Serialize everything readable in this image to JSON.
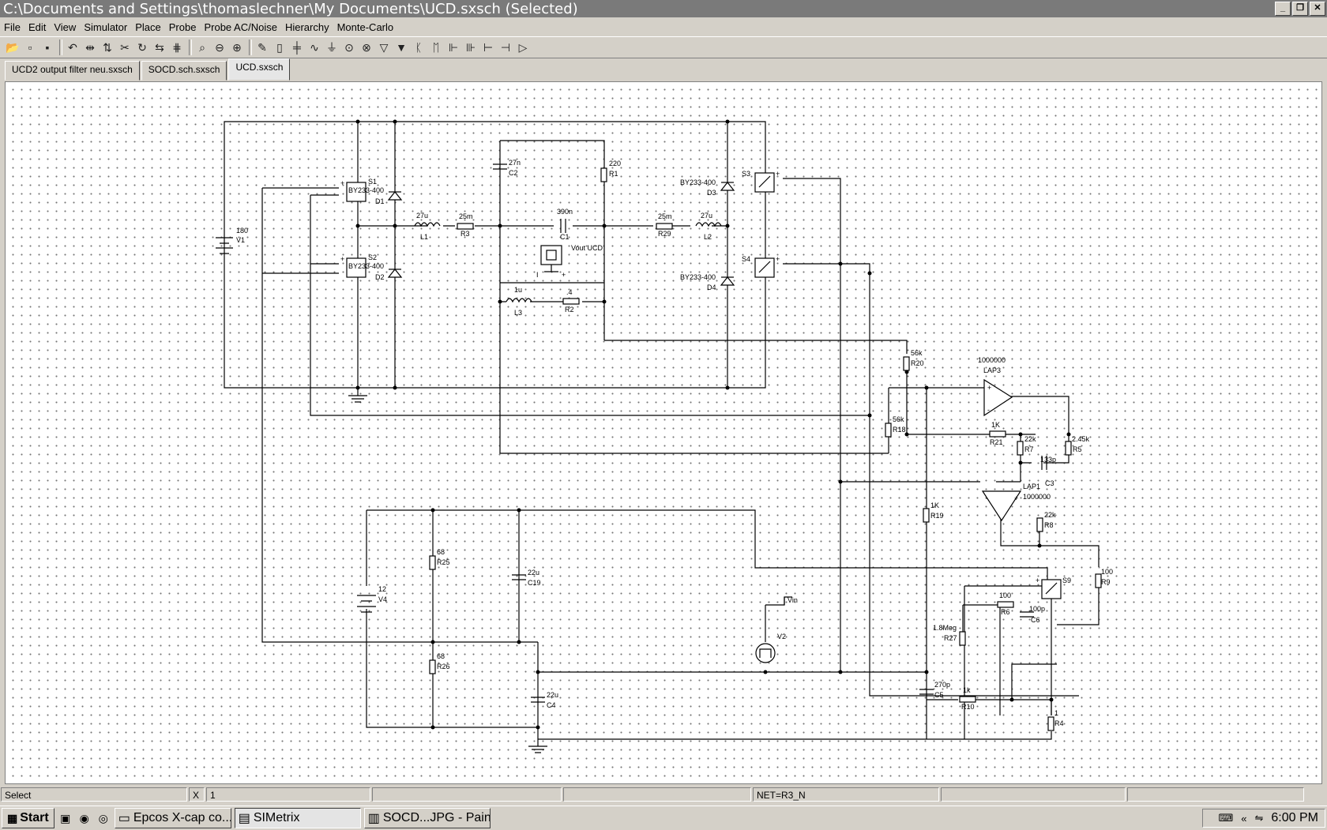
{
  "window": {
    "title": "C:\\Documents and Settings\\thomaslechner\\My Documents\\UCD.sxsch (Selected)"
  },
  "menu": [
    "File",
    "Edit",
    "View",
    "Simulator",
    "Place",
    "Probe",
    "Probe AC/Noise",
    "Hierarchy",
    "Monte-Carlo"
  ],
  "tabs": [
    {
      "label": "UCD2 output filter neu.sxsch",
      "active": false
    },
    {
      "label": "SOCD.sch.sxsch",
      "active": false
    },
    {
      "label": "UCD.sxsch",
      "active": true
    }
  ],
  "schematic": {
    "labels": {
      "V1_val": "180",
      "V1": "V1",
      "S1": "S1",
      "S2": "S2",
      "S3": "S3",
      "S4": "S4",
      "S9": "S9",
      "D1_model": "BY233-400",
      "D1": "D1",
      "D2_model": "BY233-400",
      "D2": "D2",
      "D3_model": "BY233-400",
      "D3": "D3",
      "D4_model": "BY233-400",
      "D4": "D4",
      "L1_val": "27u",
      "L1": "L1",
      "R3_val": "25m",
      "R3": "R3",
      "C2_val": "27n",
      "C2": "C2",
      "R1_val": "220",
      "R1": "R1",
      "C1_val": "390n",
      "C1": "C1",
      "R29_val": "25m",
      "R29": "R29",
      "L2_val": "27u",
      "L2": "L2",
      "vout": "Vout UCD",
      "probe_minus": "I",
      "probe_plus": "+",
      "L3_val": "1u",
      "L3": "L3",
      "R2_val": ".4",
      "R2": "R2",
      "R20_val": "56k",
      "R20": "R20",
      "R18_val": "56k",
      "R18": "R18",
      "LAP3_gain": "1000000",
      "LAP3": "LAP3",
      "R21_val": "1K",
      "R21": "R21",
      "R7_val": "22k",
      "R7": "R7",
      "R5_val": "2.45k",
      "R5": "R5",
      "C3_val": "133p",
      "C3": "C3",
      "LAP1": "LAP1",
      "LAP1_gain": "1000000",
      "R8_val": "22k",
      "R8": "R8",
      "R19_val": "1K",
      "R19": "R19",
      "R9_val": "100",
      "R9": "R9",
      "V4_val": "12",
      "V4": "V4",
      "R25_val": "68",
      "R25": "R25",
      "C19_val": "22u",
      "C19": "C19",
      "R26_val": "68",
      "R26": "R26",
      "C4_val": "22u",
      "C4": "C4",
      "vin": "Vin",
      "V2": "V2",
      "R6_val": "100",
      "R6": "R6",
      "C6_val": "100p",
      "C6": "C6",
      "R27_val": "1.8Meg",
      "R27": "R27",
      "C5_val": "270p",
      "C5": "C5",
      "R10_val": "1k",
      "R10": "R10",
      "R4_val": "1",
      "R4": "R4"
    }
  },
  "status": {
    "mode": "Select",
    "x_label": "X",
    "x_value": "1",
    "net": "NET=R3_N"
  },
  "taskbar": {
    "start": "Start",
    "tasks": [
      {
        "label": "Epcos X-cap co...",
        "active": false
      },
      {
        "label": "SIMetrix",
        "active": true
      },
      {
        "label": "SOCD...JPG - Paint",
        "active": false
      }
    ],
    "clock": "6:00 PM"
  }
}
